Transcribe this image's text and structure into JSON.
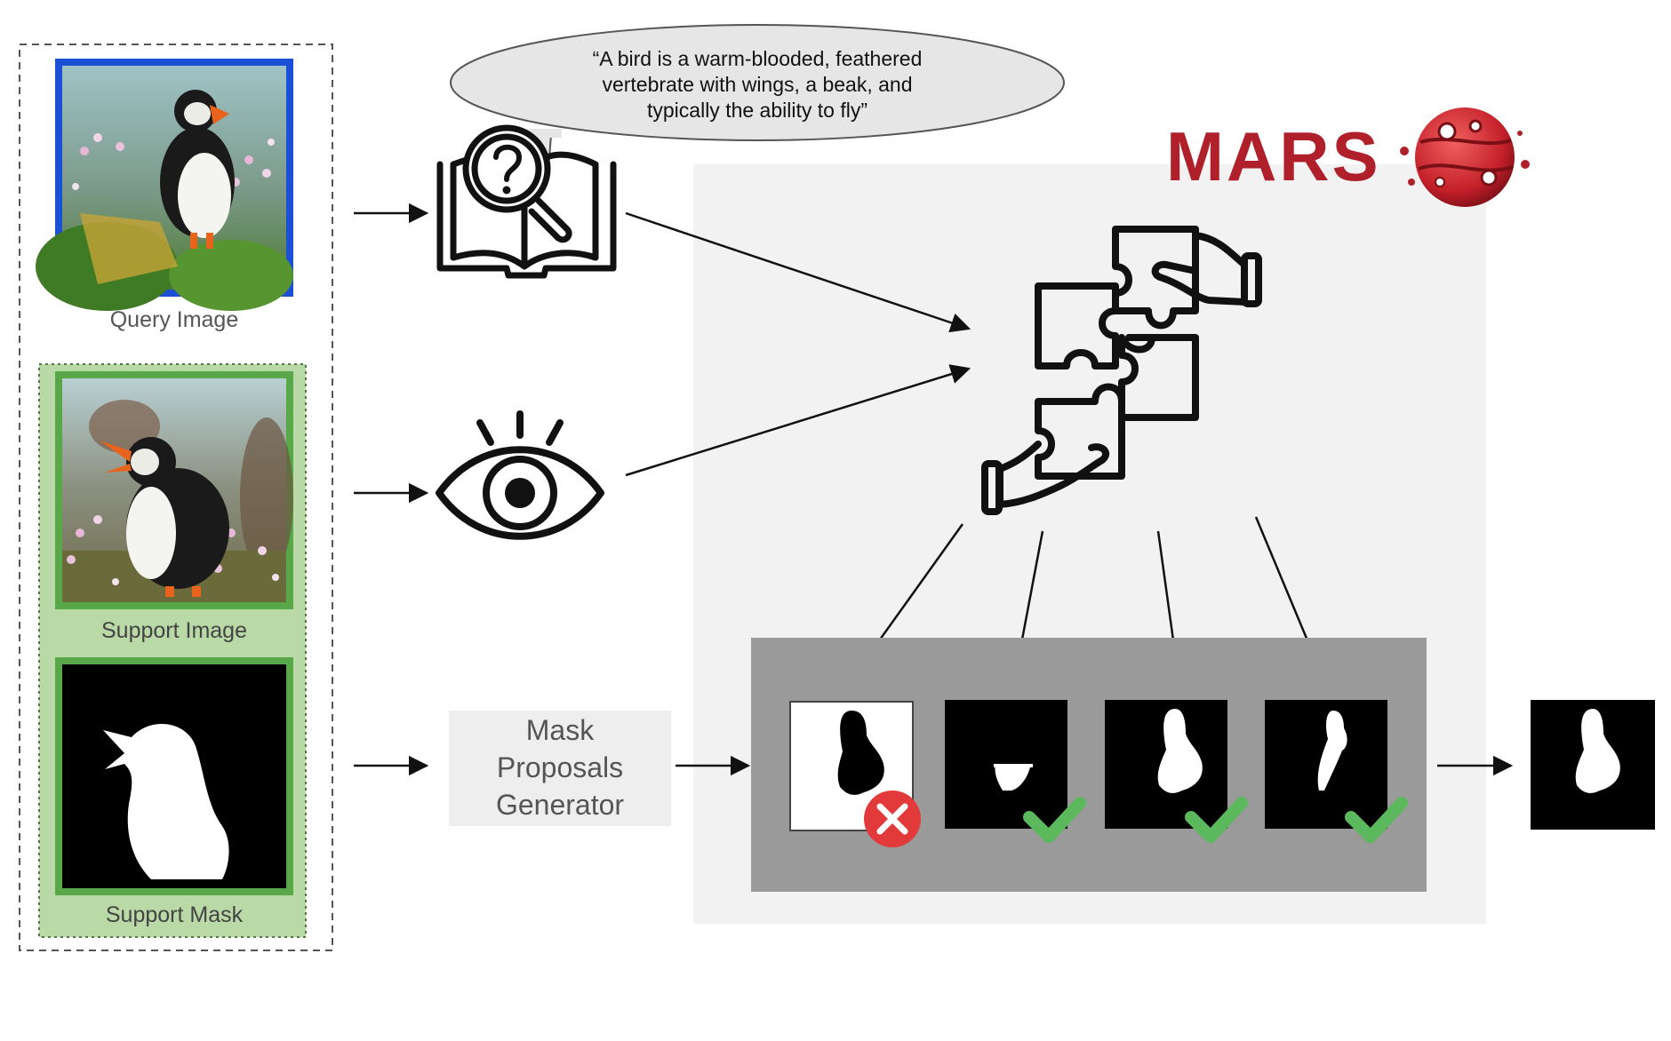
{
  "left_panel": {
    "query_label": "Query Image",
    "support_image_label": "Support Image",
    "support_mask_label": "Support Mask"
  },
  "speech_bubble": {
    "lines": [
      "“A bird is a warm-blooded, feathered",
      "vertebrate with wings, a beak, and",
      "typically the ability to fly”"
    ]
  },
  "generator": {
    "lines": [
      "Mask",
      "Proposals",
      "Generator"
    ]
  },
  "logo": {
    "text": "MARS"
  },
  "proposals": [
    {
      "status": "rejected"
    },
    {
      "status": "accepted"
    },
    {
      "status": "accepted"
    },
    {
      "status": "accepted"
    }
  ],
  "colors": {
    "query_border": "#1a4fd6",
    "support_panel_fill": "#b9d9a6",
    "support_border": "#58a84a",
    "main_panel": "#f2f2f2",
    "proposal_panel": "#9a9a9a",
    "reject": "#e23a3a",
    "accept": "#5cb85c",
    "logo_red": "#b0202a",
    "bubble_fill": "#e6e6e6",
    "generator_fill": "#eeeeee"
  },
  "icons": {
    "text_knowledge": "book-magnifier-icon",
    "visual": "eye-icon",
    "fusion": "puzzle-hands-icon",
    "reject": "cross-icon",
    "accept": "checkmark-icon",
    "logo": "mars-planet-icon"
  }
}
